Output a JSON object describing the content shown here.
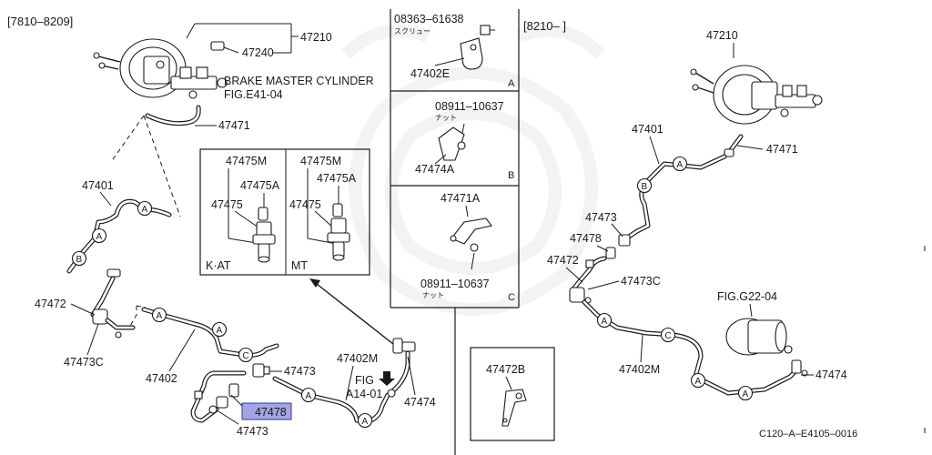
{
  "header": {
    "left_range": "[7810–8209]",
    "right_range": "[8210–    ]"
  },
  "labels": {
    "booster_left": "47210",
    "booster_right": "47210",
    "check_valve_left": "47240",
    "brake_master_cylinder": "BRAKE MASTER CYLINDER",
    "fig_e41": "FIG.E41-04",
    "hose_left": "47471",
    "hose_right": "47471",
    "pipe_left_47401": "47401",
    "pipe_right_47401": "47401",
    "left_47472": "47472",
    "left_47473c": "47473C",
    "left_47402": "47402",
    "left_47473_a": "47473",
    "left_47473_b": "47473",
    "left_47478": "47478",
    "left_47402m": "47402M",
    "left_47474": "47474",
    "fig_a14": "FIG",
    "fig_a14_b": "A14-01",
    "right_47473": "47473",
    "right_47478": "47478",
    "right_47472": "47472",
    "right_47473c": "47473C",
    "fig_g22": "FIG.G22-04",
    "right_47402m": "47402M",
    "right_47474": "47474",
    "catalog_code": "C120–A–E4105–0016"
  },
  "inset_valve": {
    "kat": {
      "l1": "47475M",
      "l2": "47475A",
      "l3": "47475",
      "caption": "K·AT"
    },
    "mt": {
      "l1": "47475M",
      "l2": "47475A",
      "l3": "47475",
      "caption": "MT"
    }
  },
  "panel_a": {
    "part": "08363–61638",
    "sub": "スクリュー",
    "bracket": "47402E",
    "letter": "A"
  },
  "panel_b": {
    "part": "08911–10637",
    "sub": "ナット",
    "bracket": "47474A",
    "letter": "B"
  },
  "panel_c": {
    "bracket": "47471A",
    "part": "08911–10637",
    "sub": "ナット",
    "letter": "C"
  },
  "panel_47472b": {
    "part": "47472B"
  },
  "clip_markers": {
    "a": "A",
    "b": "B",
    "c": "C"
  },
  "highlight_color": "#a3a3e6"
}
